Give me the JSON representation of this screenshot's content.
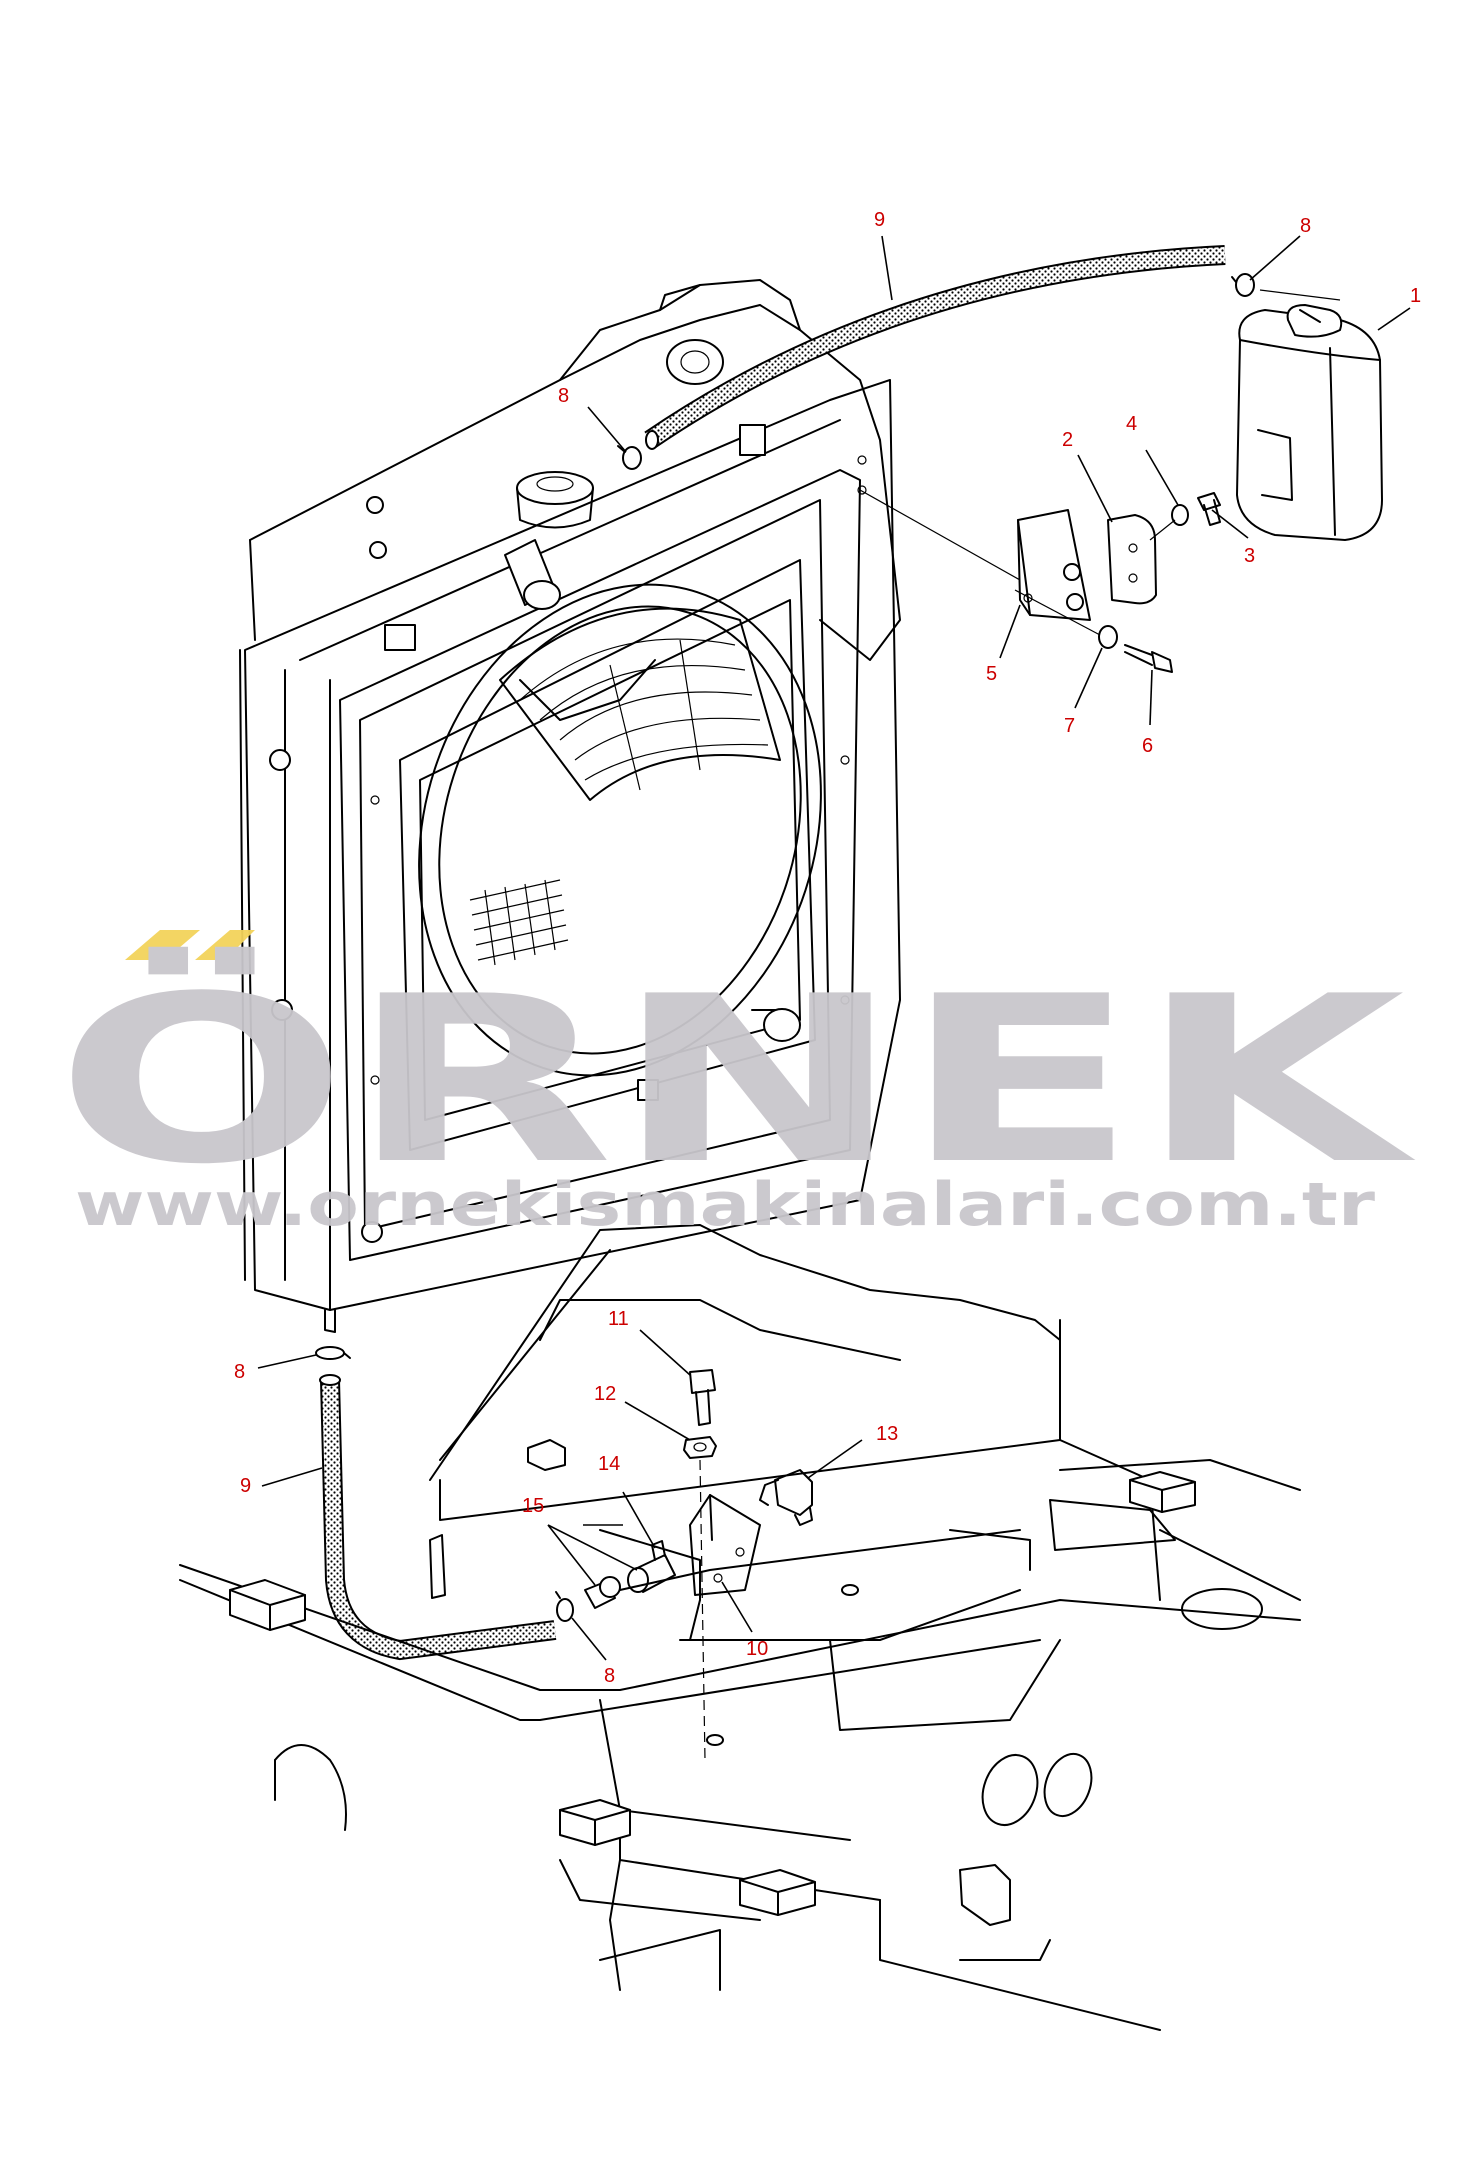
{
  "watermark": {
    "brand": "ÖRNEK",
    "url": "www.ornekismakinalari.com.tr",
    "colors": {
      "text": "#c9c7cc",
      "accent": "#f3d35b"
    }
  },
  "callouts": [
    {
      "id": "c1",
      "label": "1"
    },
    {
      "id": "c2",
      "label": "2"
    },
    {
      "id": "c3",
      "label": "3"
    },
    {
      "id": "c4",
      "label": "4"
    },
    {
      "id": "c5",
      "label": "5"
    },
    {
      "id": "c6",
      "label": "6"
    },
    {
      "id": "c7",
      "label": "7"
    },
    {
      "id": "c8a",
      "label": "8"
    },
    {
      "id": "c8b",
      "label": "8"
    },
    {
      "id": "c8c",
      "label": "8"
    },
    {
      "id": "c8d",
      "label": "8"
    },
    {
      "id": "c9a",
      "label": "9"
    },
    {
      "id": "c9b",
      "label": "9"
    },
    {
      "id": "c10",
      "label": "10"
    },
    {
      "id": "c11",
      "label": "11"
    },
    {
      "id": "c12",
      "label": "12"
    },
    {
      "id": "c13",
      "label": "13"
    },
    {
      "id": "c14",
      "label": "14"
    },
    {
      "id": "c15",
      "label": "15"
    }
  ],
  "colors": {
    "callout": "#cc0000",
    "line": "#000000"
  }
}
